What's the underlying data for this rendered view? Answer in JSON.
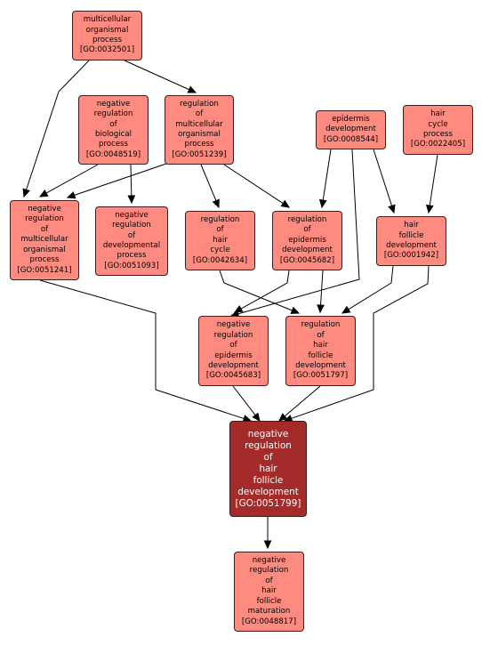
{
  "nodes": {
    "go0032501": {
      "lines": [
        "multicellular",
        "organismal",
        "process",
        "[GO:0032501]"
      ]
    },
    "go0048519": {
      "lines": [
        "negative",
        "regulation",
        "of",
        "biological",
        "process",
        "[GO:0048519]"
      ]
    },
    "go0051239": {
      "lines": [
        "regulation",
        "of",
        "multicellular",
        "organismal",
        "process",
        "[GO:0051239]"
      ]
    },
    "go0008544": {
      "lines": [
        "epidermis",
        "development",
        "[GO:0008544]"
      ]
    },
    "go0022405": {
      "lines": [
        "hair",
        "cycle",
        "process",
        "[GO:0022405]"
      ]
    },
    "go0051241": {
      "lines": [
        "negative",
        "regulation",
        "of",
        "multicellular",
        "organismal",
        "process",
        "[GO:0051241]"
      ]
    },
    "go0051093": {
      "lines": [
        "negative",
        "regulation",
        "of",
        "developmental",
        "process",
        "[GO:0051093]"
      ]
    },
    "go0042634": {
      "lines": [
        "regulation",
        "of",
        "hair",
        "cycle",
        "[GO:0042634]"
      ]
    },
    "go0045682": {
      "lines": [
        "regulation",
        "of",
        "epidermis",
        "development",
        "[GO:0045682]"
      ]
    },
    "go0001942": {
      "lines": [
        "hair",
        "follicle",
        "development",
        "[GO:0001942]"
      ]
    },
    "go0045683": {
      "lines": [
        "negative",
        "regulation",
        "of",
        "epidermis",
        "development",
        "[GO:0045683]"
      ]
    },
    "go0051797": {
      "lines": [
        "regulation",
        "of",
        "hair",
        "follicle",
        "development",
        "[GO:0051797]"
      ]
    },
    "go0051799": {
      "lines": [
        "negative",
        "regulation",
        "of",
        "hair",
        "follicle",
        "development",
        "[GO:0051799]"
      ]
    },
    "go0048817": {
      "lines": [
        "negative",
        "regulation",
        "of",
        "hair",
        "follicle",
        "maturation",
        "[GO:0048817]"
      ]
    }
  },
  "focus_node": "go0051799",
  "edges": [
    [
      "go0032501",
      "go0051239"
    ],
    [
      "go0032501",
      "go0051241"
    ],
    [
      "go0048519",
      "go0051241"
    ],
    [
      "go0048519",
      "go0051093"
    ],
    [
      "go0051239",
      "go0051241"
    ],
    [
      "go0051239",
      "go0042634"
    ],
    [
      "go0051239",
      "go0045682"
    ],
    [
      "go0008544",
      "go0045682"
    ],
    [
      "go0008544",
      "go0001942"
    ],
    [
      "go0008544",
      "go0045683"
    ],
    [
      "go0022405",
      "go0001942"
    ],
    [
      "go0042634",
      "go0051797"
    ],
    [
      "go0045682",
      "go0045683"
    ],
    [
      "go0045682",
      "go0051797"
    ],
    [
      "go0001942",
      "go0051797"
    ],
    [
      "go0001942",
      "go0051799"
    ],
    [
      "go0051241",
      "go0051799"
    ],
    [
      "go0045683",
      "go0051799"
    ],
    [
      "go0051797",
      "go0051799"
    ],
    [
      "go0051799",
      "go0048817"
    ]
  ]
}
